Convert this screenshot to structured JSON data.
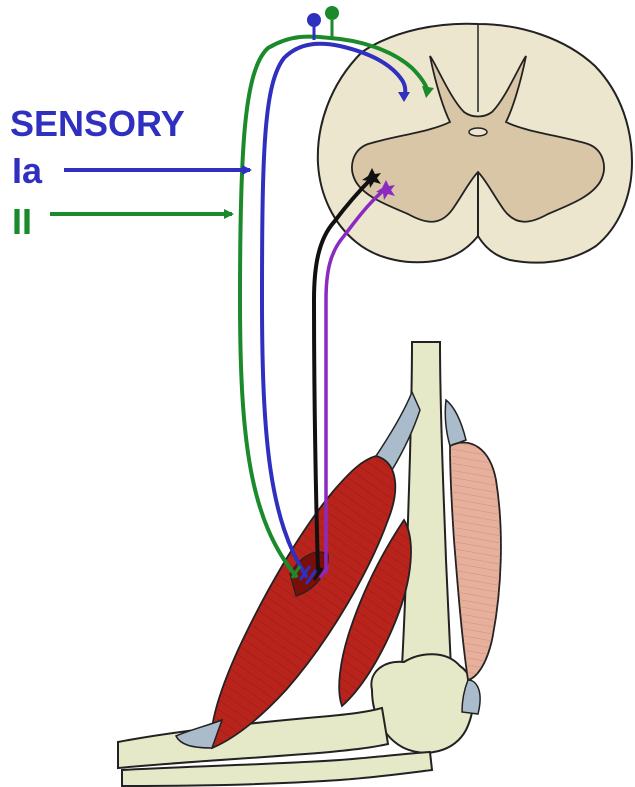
{
  "labels": {
    "title": "SENSORY",
    "fiber_ia": "Ia",
    "fiber_ii": "II"
  },
  "colors": {
    "ia_fiber": "#3030c0",
    "ii_fiber": "#1a8a2a",
    "motor_fiber": "#111111",
    "gamma_fiber": "#8a2ac0",
    "spinal_white_matter": "#ece6cf",
    "spinal_gray_matter": "#d9c6a6",
    "bone": "#e6e9c8",
    "muscle": "#b8241c",
    "muscle_light": "#e6b09c",
    "tendon": "#aabccc"
  }
}
